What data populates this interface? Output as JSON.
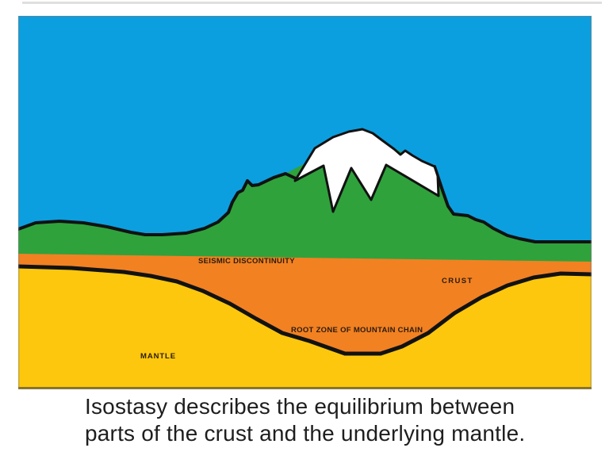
{
  "diagram": {
    "labels": {
      "seismic_discontinuity": "SEISMIC DISCONTINUITY",
      "crust": "CRUST",
      "root_zone": "ROOT ZONE OF MOUNTAIN CHAIN",
      "mantle": "MANTLE"
    },
    "colors": {
      "sky": "#0b9fe0",
      "land": "#2fa23c",
      "crust": "#f28122",
      "mantle": "#fdc70d",
      "snow": "#ffffff",
      "outline": "#121212"
    }
  },
  "caption": {
    "line1": "Isostasy describes the equilibrium between",
    "line2": "parts of the crust and the underlying mantle."
  }
}
